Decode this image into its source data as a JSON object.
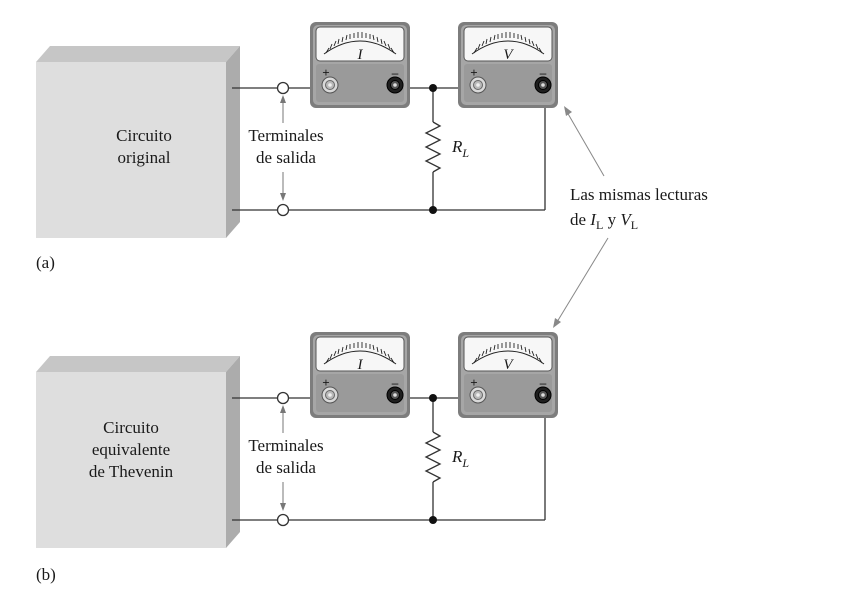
{
  "panel_a": {
    "box_label_line1": "Circuito",
    "box_label_line2": "original",
    "terminals_line1": "Terminales",
    "terminals_line2": "de salida",
    "ammeter_symbol": "I",
    "voltmeter_symbol": "V",
    "plus": "+",
    "minus": "–",
    "resistor_main": "R",
    "resistor_sub": "L",
    "caption": "(a)"
  },
  "panel_b": {
    "box_label_line1": "Circuito",
    "box_label_line2": "equivalente",
    "box_label_line3": "de Thevenin",
    "terminals_line1": "Terminales",
    "terminals_line2": "de salida",
    "ammeter_symbol": "I",
    "voltmeter_symbol": "V",
    "plus": "+",
    "minus": "–",
    "resistor_main": "R",
    "resistor_sub": "L",
    "caption": "(b)"
  },
  "annotation": {
    "line1": "Las mismas lecturas",
    "line2_prefix": "de ",
    "i_main": "I",
    "i_sub": "L",
    "connector": " y ",
    "v_main": "V",
    "v_sub": "L"
  },
  "colors": {
    "box_front": "#dcdcdc",
    "box_top": "#c4c4c4",
    "box_side": "#a9a9a9",
    "meter_body": "#8f8f8f",
    "wire": "#333333"
  }
}
